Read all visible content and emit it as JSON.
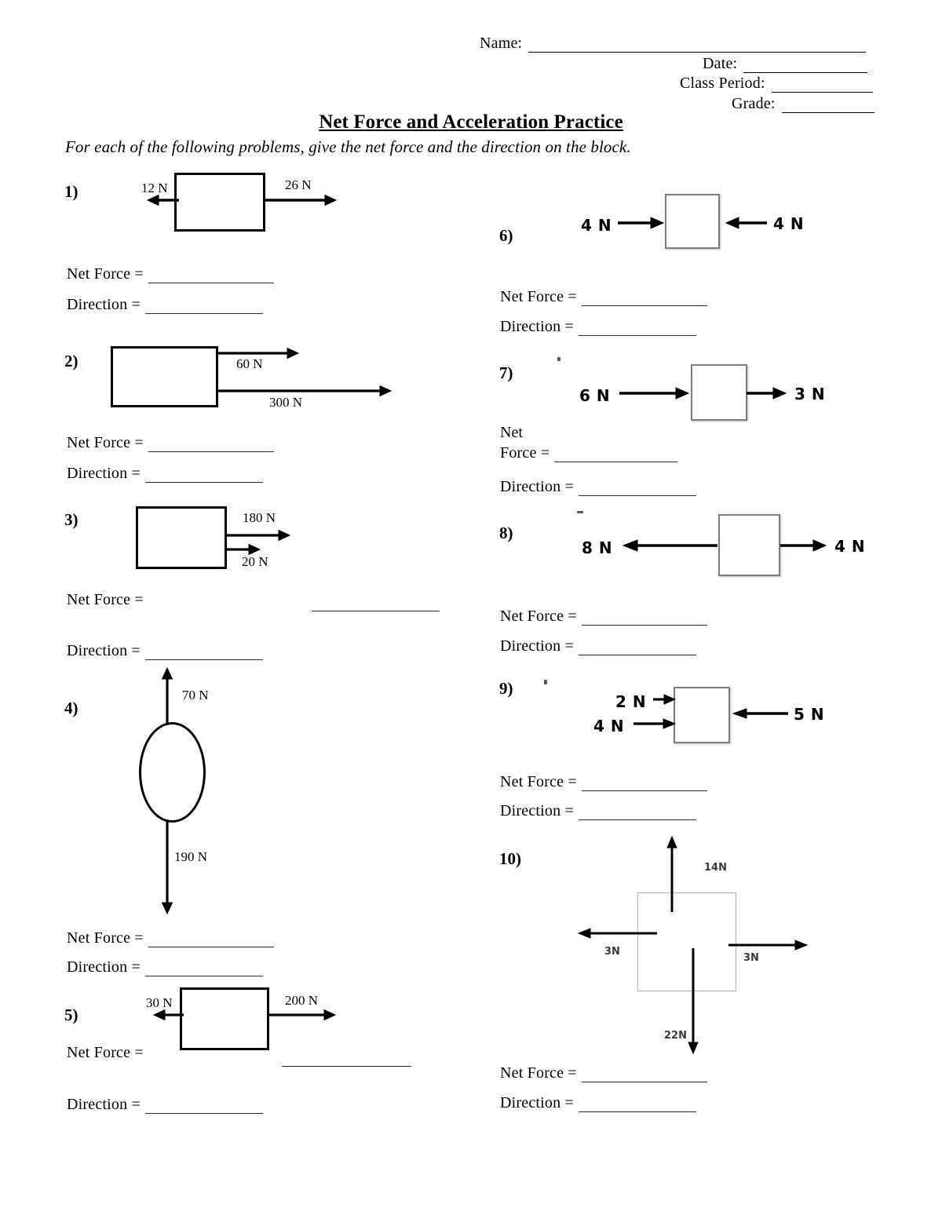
{
  "header": {
    "name_label": "Name:",
    "date_label": "Date:",
    "class_period_label": "Class Period:",
    "grade_label": "Grade:",
    "name_value": "",
    "date_value": "",
    "class_period_value": "",
    "grade_value": ""
  },
  "title": "Net Force and Acceleration Practice",
  "instructions": "For each of the following problems, give the net force and the direction on the block.",
  "labels": {
    "net_force": "Net Force =",
    "direction": "Direction =",
    "net_word": "Net",
    "force_word": "Force ="
  },
  "colors": {
    "ink": "#000000",
    "rule": "#2b2b2b",
    "gray_box": "#7d7d7d",
    "light_box": "#b3b3b3"
  },
  "problems": [
    {
      "number": "1)",
      "shape": "rectangle",
      "forces": [
        {
          "label": "12 N",
          "direction": "left",
          "magnitude": 12
        },
        {
          "label": "26 N",
          "direction": "right",
          "magnitude": 26
        }
      ],
      "net_force_answer": "",
      "direction_answer": ""
    },
    {
      "number": "2)",
      "shape": "rectangle",
      "forces": [
        {
          "label": "60 N",
          "direction": "right",
          "magnitude": 60
        },
        {
          "label": "300 N",
          "direction": "right",
          "magnitude": 300
        }
      ],
      "net_force_answer": "",
      "direction_answer": ""
    },
    {
      "number": "3)",
      "shape": "rectangle",
      "forces": [
        {
          "label": "180 N",
          "direction": "right",
          "magnitude": 180
        },
        {
          "label": "20 N",
          "direction": "right",
          "magnitude": 20
        }
      ],
      "net_force_answer": "",
      "direction_answer": ""
    },
    {
      "number": "4)",
      "shape": "oval",
      "forces": [
        {
          "label": "70 N",
          "direction": "up",
          "magnitude": 70
        },
        {
          "label": "190 N",
          "direction": "down",
          "magnitude": 190
        }
      ],
      "net_force_answer": "",
      "direction_answer": ""
    },
    {
      "number": "5)",
      "shape": "rectangle",
      "forces": [
        {
          "label": "30 N",
          "direction": "left",
          "magnitude": 30
        },
        {
          "label": "200 N",
          "direction": "right",
          "magnitude": 200
        }
      ],
      "net_force_answer": "",
      "direction_answer": ""
    },
    {
      "number": "6)",
      "shape": "square",
      "forces": [
        {
          "label": "4 N",
          "direction": "right",
          "magnitude": 4
        },
        {
          "label": "4 N",
          "direction": "left",
          "magnitude": 4
        }
      ],
      "net_force_answer": "",
      "direction_answer": ""
    },
    {
      "number": "7)",
      "shape": "square",
      "forces": [
        {
          "label": "6 N",
          "direction": "right",
          "magnitude": 6
        },
        {
          "label": "3 N",
          "direction": "right",
          "magnitude": 3
        }
      ],
      "net_force_answer": "",
      "direction_answer": ""
    },
    {
      "number": "8)",
      "shape": "square",
      "forces": [
        {
          "label": "8 N",
          "direction": "left",
          "magnitude": 8
        },
        {
          "label": "4 N",
          "direction": "right",
          "magnitude": 4
        }
      ],
      "net_force_answer": "",
      "direction_answer": ""
    },
    {
      "number": "9)",
      "shape": "square",
      "forces": [
        {
          "label": "2 N",
          "direction": "right",
          "magnitude": 2
        },
        {
          "label": "4 N",
          "direction": "right",
          "magnitude": 4
        },
        {
          "label": "5 N",
          "direction": "left",
          "magnitude": 5
        }
      ],
      "net_force_answer": "",
      "direction_answer": ""
    },
    {
      "number": "10)",
      "shape": "square",
      "forces": [
        {
          "label": "14N",
          "direction": "up",
          "magnitude": 14
        },
        {
          "label": "3N",
          "direction": "left",
          "magnitude": 3
        },
        {
          "label": "3N",
          "direction": "right",
          "magnitude": 3
        },
        {
          "label": "22N",
          "direction": "down",
          "magnitude": 22
        }
      ],
      "net_force_answer": "",
      "direction_answer": ""
    }
  ]
}
